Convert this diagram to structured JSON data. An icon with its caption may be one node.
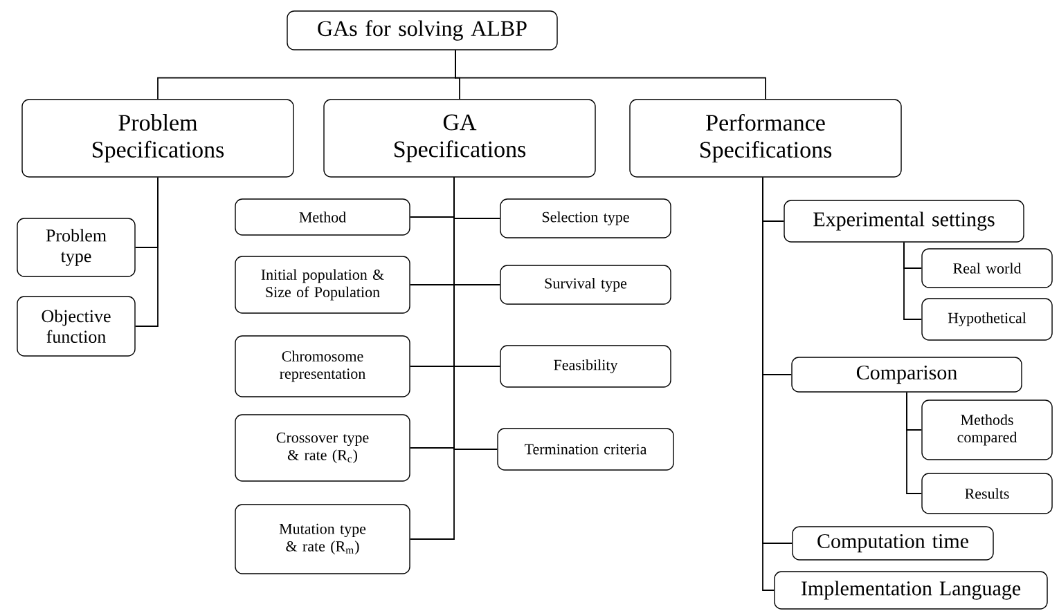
{
  "diagram": {
    "nodes": [
      {
        "text": [
          "GAs for solving ALBP"
        ]
      },
      {
        "text": [
          "Problem Specifications"
        ]
      },
      {
        "text": [
          "GA Specifications"
        ]
      },
      {
        "text": [
          "Performance Specifications"
        ]
      },
      {
        "text": [
          "Problem type"
        ]
      },
      {
        "text": [
          "Objective function"
        ]
      },
      {
        "text": [
          "Method"
        ]
      },
      {
        "text": [
          "Initial population & Size of Population"
        ]
      },
      {
        "text": [
          "Chromosome representation"
        ]
      },
      {
        "text": [
          "Crossover type & rate (R$_{c}$)"
        ]
      },
      {
        "text": [
          "Mutation type & rate (R$_{m}$)"
        ]
      },
      {
        "text": [
          "Selection type"
        ]
      },
      {
        "text": [
          "Survival type"
        ]
      },
      {
        "text": [
          "Feasibility"
        ]
      },
      {
        "text": [
          "Termination criteria"
        ]
      },
      {
        "text": [
          "Experimental settings"
        ]
      },
      {
        "text": [
          "Real world"
        ]
      },
      {
        "text": [
          "Hypothetical"
        ]
      },
      {
        "text": [
          "Comparison"
        ]
      },
      {
        "text": [
          "Methods compared"
        ]
      },
      {
        "text": [
          "Results"
        ]
      },
      {
        "text": [
          "Computation time"
        ]
      },
      {
        "text": [
          "Implementation Language"
        ]
      }
    ],
    "edges": [
      {
        "from": 0,
        "to": 1,
        "arrow": "none"
      },
      {
        "from": 0,
        "to": 2,
        "arrow": "none"
      },
      {
        "from": 0,
        "to": 3,
        "arrow": "none"
      },
      {
        "from": 1,
        "to": 4,
        "arrow": "none"
      },
      {
        "from": 1,
        "to": 5,
        "arrow": "none"
      },
      {
        "from": 2,
        "to": 6,
        "arrow": "none"
      },
      {
        "from": 2,
        "to": 7,
        "arrow": "none"
      },
      {
        "from": 2,
        "to": 8,
        "arrow": "none"
      },
      {
        "from": 2,
        "to": 9,
        "arrow": "none"
      },
      {
        "from": 2,
        "to": 10,
        "arrow": "none"
      },
      {
        "from": 2,
        "to": 11,
        "arrow": "none"
      },
      {
        "from": 2,
        "to": 12,
        "arrow": "none"
      },
      {
        "from": 2,
        "to": 13,
        "arrow": "none"
      },
      {
        "from": 2,
        "to": 14,
        "arrow": "none"
      },
      {
        "from": 3,
        "to": 15,
        "arrow": "none"
      },
      {
        "from": 15,
        "to": 16,
        "arrow": "none"
      },
      {
        "from": 15,
        "to": 17,
        "arrow": "none"
      },
      {
        "from": 3,
        "to": 18,
        "arrow": "none"
      },
      {
        "from": 18,
        "to": 19,
        "arrow": "none"
      },
      {
        "from": 18,
        "to": 20,
        "arrow": "none"
      },
      {
        "from": 3,
        "to": 21,
        "arrow": "none"
      },
      {
        "from": 3,
        "to": 22,
        "arrow": "none"
      }
    ]
  }
}
